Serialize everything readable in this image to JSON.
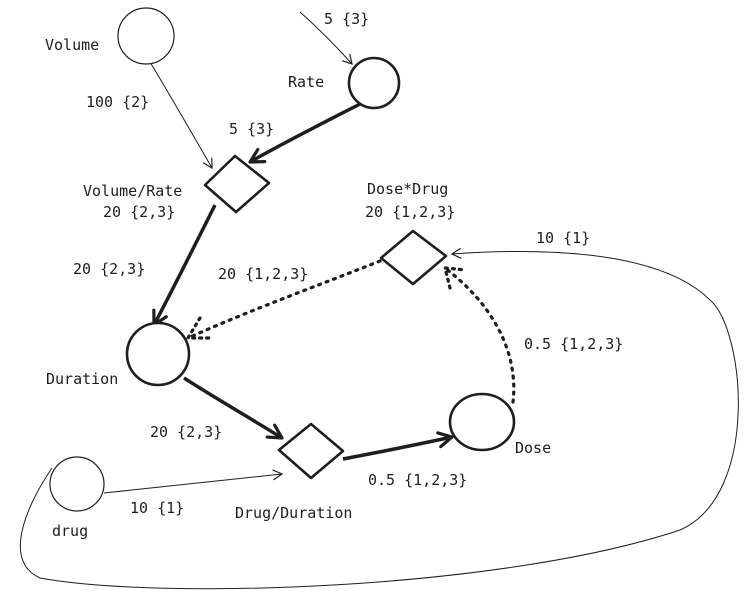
{
  "nodes": {
    "volume": {
      "label": "Volume"
    },
    "rate": {
      "label": "Rate"
    },
    "volume_rate": {
      "label": "Volume/Rate",
      "value": "20 {2,3}"
    },
    "duration": {
      "label": "Duration"
    },
    "dose_drug": {
      "label": "Dose*Drug",
      "value": "20 {1,2,3}"
    },
    "drug_duration": {
      "label": "Drug/Duration"
    },
    "dose": {
      "label": "Dose"
    },
    "drug": {
      "label": "drug"
    }
  },
  "edges": {
    "in_rate": "5 {3}",
    "volume_to_vr": "100 {2}",
    "rate_to_vr": "5 {3}",
    "vr_to_duration": "20 {2,3}",
    "dosedrug_to_duration": "20 {1,2,3}",
    "dose_to_dosedrug": "0.5 {1,2,3}",
    "drug_to_dosedrug": "10 {1}",
    "duration_to_dd": "20 {2,3}",
    "dd_to_dose": "0.5 {1,2,3}",
    "drug_to_dd": "10 {1}"
  }
}
